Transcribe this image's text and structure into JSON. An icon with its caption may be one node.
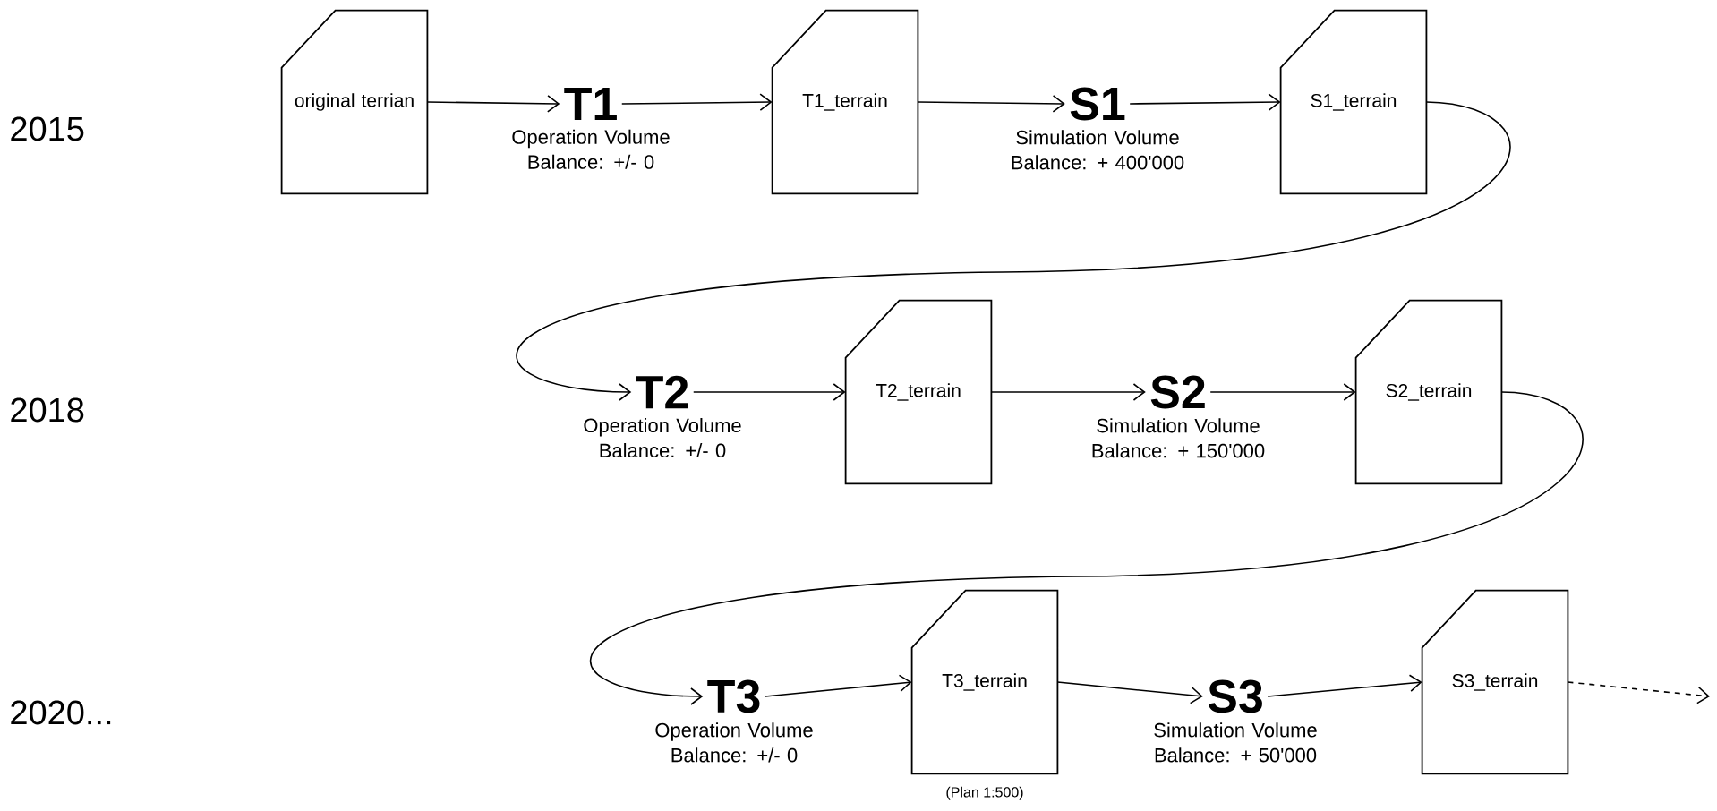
{
  "diagram": {
    "nodes": [
      {
        "text": [
          "original terrian"
        ]
      },
      {
        "text": [
          "T1"
        ],
        "beside": [
          "Operation Volume Balance: +/- 0"
        ]
      },
      {
        "text": [
          "T1_terrain"
        ]
      },
      {
        "text": [
          "S1"
        ],
        "beside": [
          "Simulation Volume Balance: + 400'000"
        ]
      },
      {
        "text": [
          "S1_terrain"
        ]
      },
      {
        "text": [
          "T2"
        ],
        "beside": [
          "Operation Volume Balance: +/- 0"
        ]
      },
      {
        "text": [
          "T2_terrain"
        ]
      },
      {
        "text": [
          "S2"
        ],
        "beside": [
          "Simulation Volume Balance: + 150'000"
        ]
      },
      {
        "text": [
          "S2_terrain"
        ]
      },
      {
        "text": [
          "T3"
        ],
        "beside": [
          "Operation Volume Balance: +/- 0"
        ]
      },
      {
        "text": [
          "T3_terrain"
        ],
        "beside": [
          "(Plan 1:500)"
        ]
      },
      {
        "text": [
          "S3"
        ],
        "beside": [
          "Simulation Volume Balance: + 50'000"
        ]
      },
      {
        "text": [
          "S3_terrain"
        ]
      }
    ],
    "edges": [
      {
        "from": 0,
        "to": 1,
        "arrow": "to"
      },
      {
        "from": 1,
        "to": 2,
        "arrow": "to"
      },
      {
        "from": 2,
        "to": 3,
        "arrow": "to"
      },
      {
        "from": 3,
        "to": 4,
        "arrow": "to"
      },
      {
        "from": 4,
        "to": 5,
        "arrow": "to"
      },
      {
        "from": 5,
        "to": 6,
        "arrow": "to"
      },
      {
        "from": 6,
        "to": 7,
        "arrow": "to"
      },
      {
        "from": 7,
        "to": 8,
        "arrow": "to"
      },
      {
        "from": 8,
        "to": 9,
        "arrow": "to"
      },
      {
        "from": 9,
        "to": 10,
        "arrow": "to"
      },
      {
        "from": 10,
        "to": 11,
        "arrow": "to"
      },
      {
        "from": 11,
        "to": 12,
        "arrow": "to"
      },
      {
        "from": 12,
        "to": null,
        "arrow": "to",
        "style": "dashed"
      }
    ],
    "labels": [
      "2015",
      "2018",
      "2020..."
    ]
  }
}
